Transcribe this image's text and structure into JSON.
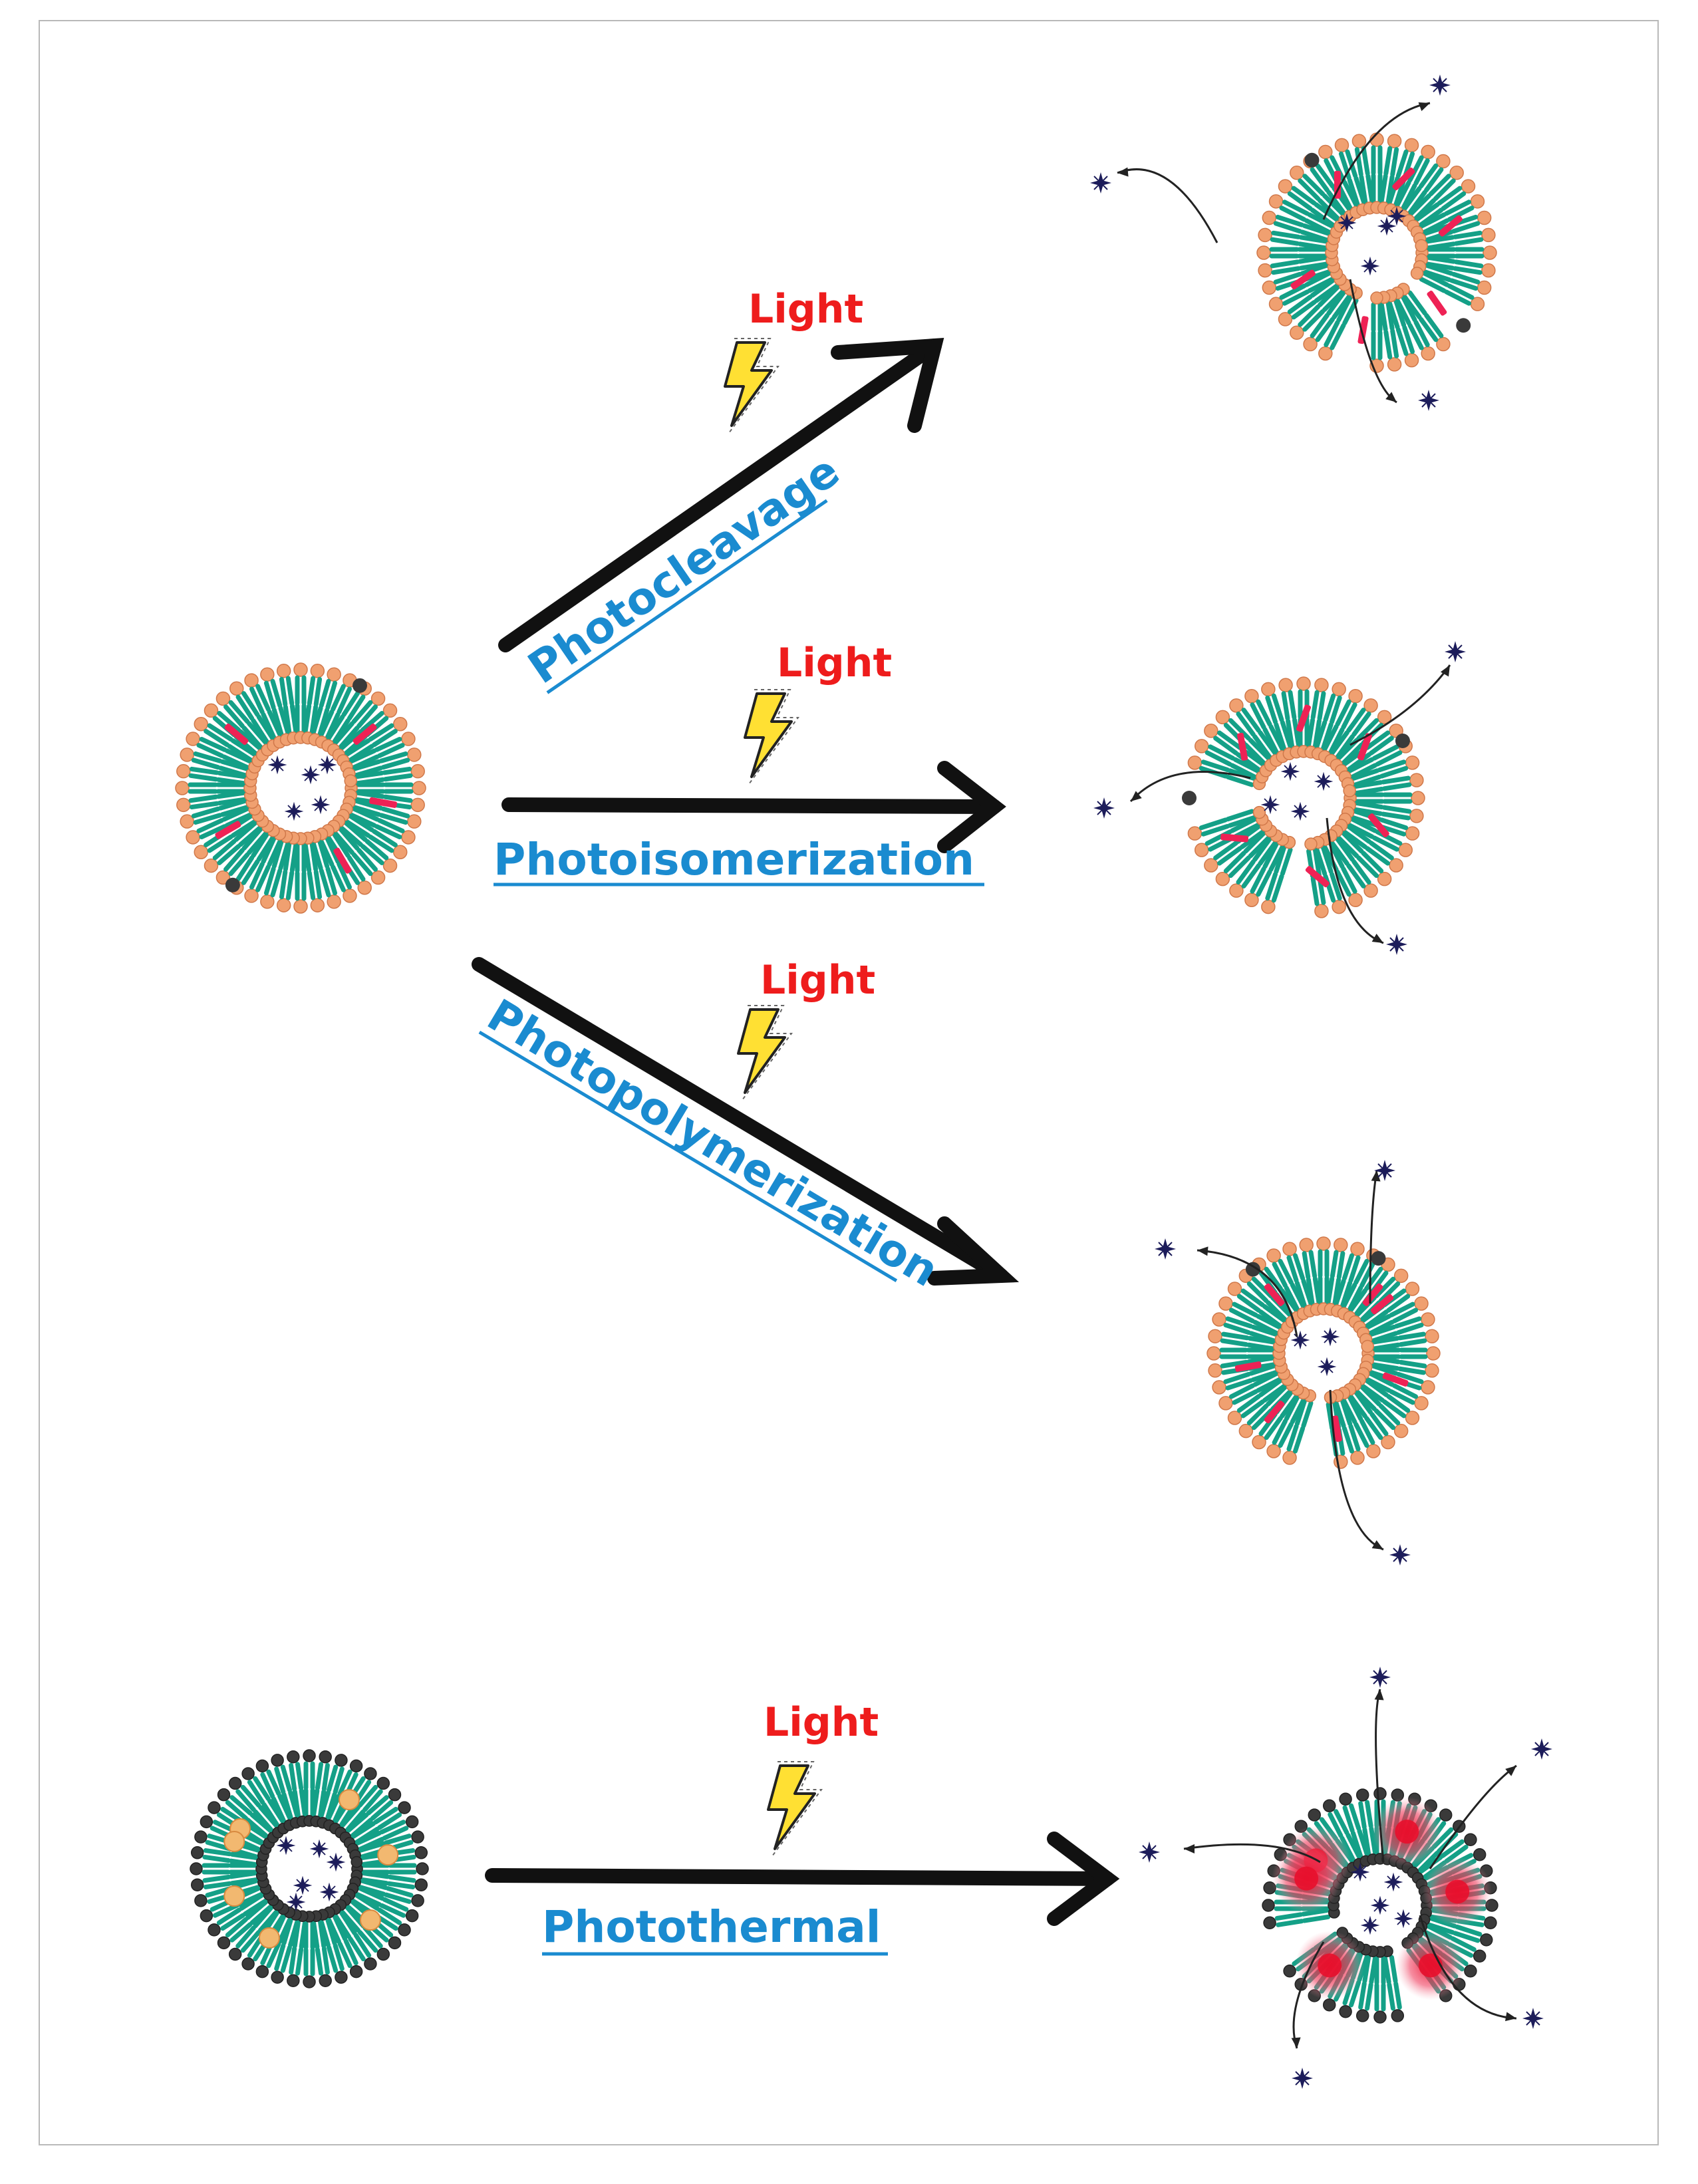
{
  "colors": {
    "tail": "#14a087",
    "tail_dark": "#0b7a66",
    "head": "#f0a070",
    "head_dark": "#d0784a",
    "dark_head": "#3a3a3a",
    "photo_mark": "#ee2255",
    "cargo": "#1c1c5a",
    "arrow": "#111111",
    "light_text": "#ee1c1c",
    "mechanism_text": "#1a8bd0",
    "bolt": "#ffe033",
    "gold_np": "#f2b870",
    "heat": "#e8102c"
  },
  "icons": [
    "lightning-bolt-icon",
    "drug-molecule-icon",
    "release-arrow-icon"
  ],
  "mechanisms": [
    {
      "id": "photocleavage",
      "light_label": "Light",
      "label": "Photocleavage"
    },
    {
      "id": "photoisomerization",
      "light_label": "Light",
      "label": "Photoisomerization"
    },
    {
      "id": "photopolymerization",
      "light_label": "Light",
      "label": "Photopolymerization"
    },
    {
      "id": "photothermal",
      "light_label": "Light",
      "label": "Photothermal"
    }
  ]
}
